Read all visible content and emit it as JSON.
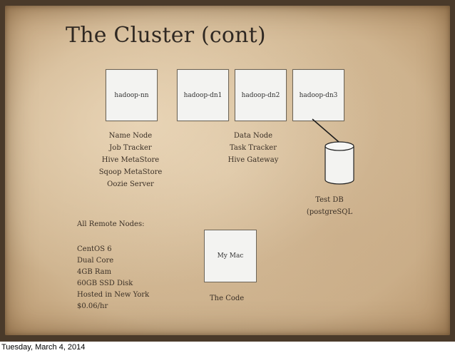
{
  "slide": {
    "title": "The Cluster (cont)",
    "nodes": [
      {
        "label": "hadoop-nn"
      },
      {
        "label": "hadoop-dn1"
      },
      {
        "label": "hadoop-dn2"
      },
      {
        "label": "hadoop-dn3"
      }
    ],
    "namenode_roles": [
      "Name Node",
      "Job Tracker",
      "Hive MetaStore",
      "Sqoop MetaStore",
      "Oozie Server"
    ],
    "datanode_roles": [
      "Data Node",
      "Task Tracker",
      "Hive Gateway"
    ],
    "database": {
      "line1": "Test DB",
      "line2": "(postgreSQL",
      "icon": "database-cylinder-icon"
    },
    "remote": {
      "heading": "All Remote Nodes:",
      "specs": [
        "CentOS 6",
        "Dual Core",
        "4GB Ram",
        "60GB SSD Disk",
        "Hosted in New York",
        "$0.06/hr"
      ]
    },
    "mac": {
      "label": "My Mac",
      "caption": "The Code"
    }
  },
  "footer": {
    "date": "Tuesday, March 4, 2014"
  },
  "colors": {
    "border": "#4a3a2a",
    "paper": "#d8c09c",
    "box": "#f3f3f1",
    "text": "#3a2f25"
  }
}
